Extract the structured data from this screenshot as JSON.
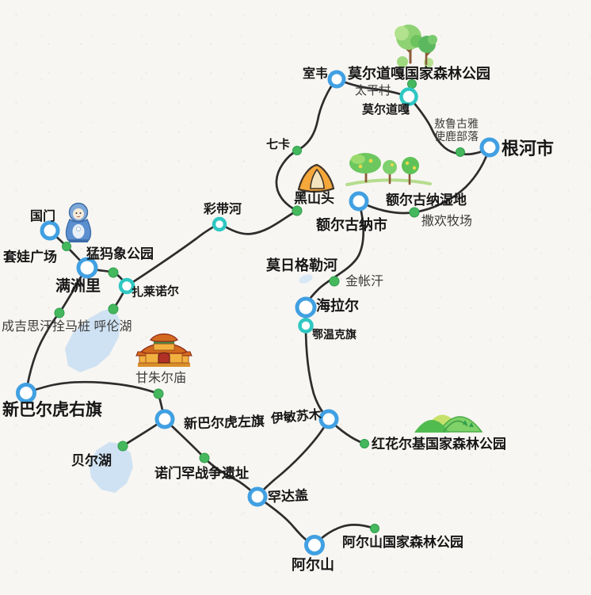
{
  "palette": {
    "background": "#f8f6f2",
    "route_line": "#2d2d2d",
    "city_node_ring": "#41a0e2",
    "town_node_ring": "#2fc7c2",
    "poi_dot": "#45b85e",
    "lake_fill": "#cfe2f3",
    "label_dark": "#161616",
    "label_soft": "#3c3c3c",
    "tent_orange": "#f6a73a",
    "temple_orange": "#f2b13e",
    "forest_green": "#7cc96a"
  },
  "icons": {
    "forest_top": "trees-icon",
    "wetland": "wetland-trees-icon",
    "tent": "tent-icon",
    "matryoshka": "matryoshka-doll-icon",
    "temple": "temple-icon",
    "mountains": "mountains-icon"
  },
  "places": {
    "moerdaoga_park": {
      "label": "莫尔道嘎国家森林公园"
    },
    "shiwei": {
      "label": "室韦"
    },
    "taipingcun": {
      "label": "太平村"
    },
    "moerdaoga": {
      "label": "莫尔道嘎"
    },
    "aoluguya": {
      "label": "敖鲁古雅\n使鹿部落"
    },
    "genhe": {
      "label": "根河市"
    },
    "qika": {
      "label": "七卡"
    },
    "heishantou": {
      "label": "黑山头"
    },
    "caidaihe": {
      "label": "彩带河"
    },
    "erguna_shidi": {
      "label": "额尔古纳湿地"
    },
    "erguna_shi": {
      "label": "额尔古纳市"
    },
    "sahuan": {
      "label": "撒欢牧场"
    },
    "morigelehe": {
      "label": "莫日格勒河"
    },
    "jinzhanghan": {
      "label": "金帐汗"
    },
    "hailar": {
      "label": "海拉尔"
    },
    "ewenke": {
      "label": "鄂温克旗"
    },
    "guomen": {
      "label": "国门"
    },
    "taowa": {
      "label": "套娃广场"
    },
    "mengma": {
      "label": "猛犸象公园"
    },
    "manzhouli": {
      "label": "满洲里"
    },
    "zhalainuoer": {
      "label": "扎莱诺尔"
    },
    "chengjisihan": {
      "label": "成吉思汗拴马桩 呼伦湖"
    },
    "ganzhuermiao": {
      "label": "甘朱尔庙"
    },
    "xinbaerhu_right": {
      "label": "新巴尔虎右旗"
    },
    "xinbaerhu_left": {
      "label": "新巴尔虎左旗"
    },
    "yiminsumu": {
      "label": "伊敏苏木"
    },
    "honghuaerji": {
      "label": "红花尔基国家森林公园"
    },
    "beierhu": {
      "label": "贝尔湖"
    },
    "nuomenhan": {
      "label": "诺门罕战争遗址"
    },
    "handagai": {
      "label": "罕达盖"
    },
    "arxan_park": {
      "label": "阿尔山国家森林公园"
    },
    "arxan": {
      "label": "阿尔山"
    }
  }
}
